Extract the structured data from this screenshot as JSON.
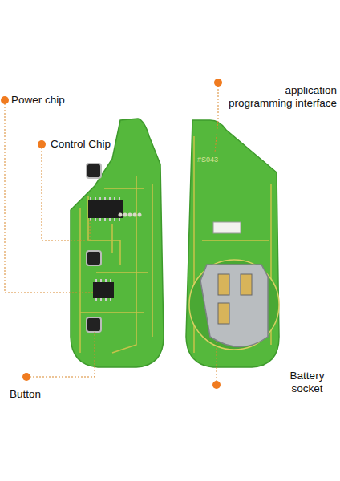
{
  "diagram": {
    "labels": [
      "Power chip",
      "Control Chip",
      "Button",
      "application programming interface",
      "Battery socket",
      "#S043"
    ]
  }
}
